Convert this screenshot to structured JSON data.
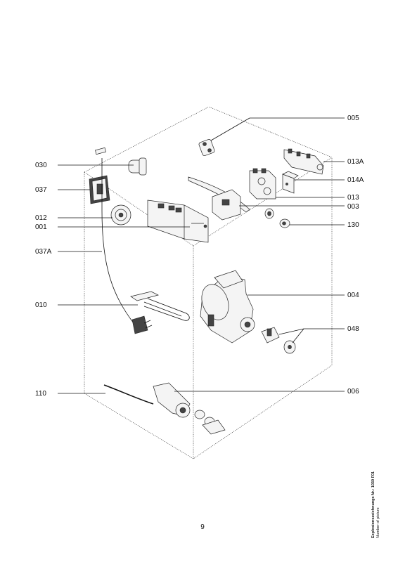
{
  "callouts": {
    "c005": "005",
    "c013a": "013A",
    "c014a": "014A",
    "c013": "013",
    "c003": "003",
    "c130": "130",
    "c004": "004",
    "c048": "048",
    "c006": "006",
    "c030": "030",
    "c037": "037",
    "c012": "012",
    "c001": "001",
    "c037a": "037A",
    "c010": "010",
    "c110": "110"
  },
  "page_number": "9",
  "side_note": {
    "title": "Explosionszeichnungs Nr.: 1030 F01",
    "subtitle": "Number of picture"
  }
}
